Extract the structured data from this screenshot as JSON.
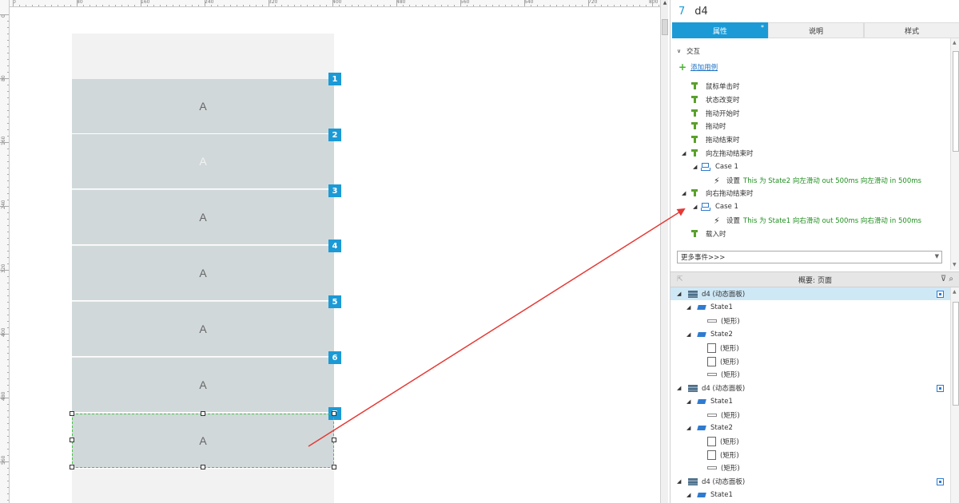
{
  "rulers": {
    "top_labels": [
      "0",
      "80",
      "160",
      "240",
      "320",
      "400",
      "480",
      "560",
      "640",
      "720",
      "800"
    ],
    "left_labels": [
      "0",
      "80",
      "160",
      "240",
      "320",
      "400",
      "480",
      "560"
    ]
  },
  "canvas": {
    "rows": [
      {
        "label": "A",
        "badge": "1"
      },
      {
        "label": "A",
        "badge": "2"
      },
      {
        "label": "A",
        "badge": "3"
      },
      {
        "label": "A",
        "badge": "4"
      },
      {
        "label": "A",
        "badge": "5"
      },
      {
        "label": "A",
        "badge": "6"
      },
      {
        "label": "A",
        "badge": "7"
      }
    ]
  },
  "widget": {
    "number": "7",
    "name": "d4"
  },
  "tabs": [
    {
      "label": "属性",
      "star": "*"
    },
    {
      "label": "说明"
    },
    {
      "label": "样式"
    }
  ],
  "interactions": {
    "section_title": "交互",
    "add_case": "添加用例",
    "events": {
      "click": "鼠标单击时",
      "state_change": "状态改变时",
      "drag_start": "拖动开始时",
      "drag": "拖动时",
      "drag_end": "拖动结束时",
      "swipe_left_end": "向左拖动结束时",
      "swipe_right_end": "向右拖动结束时",
      "load": "载入时"
    },
    "case_left": "Case 1",
    "action_left_prefix": "设置",
    "action_left": "This 为 State2 向左滑动 out 500ms 向左滑动 in 500ms",
    "case_right": "Case 1",
    "action_right_prefix": "设置",
    "action_right": "This 为 State1 向右滑动 out 500ms 向右滑动 in 500ms",
    "more_events": "更多事件>>>"
  },
  "outline": {
    "title": "概要: 页面",
    "items": {
      "p1": "d4 (动态面板)",
      "s1a": "State1",
      "r1": "(矩形)",
      "s1b": "State2",
      "r2": "(矩形)",
      "r3": "(矩形)",
      "r4": "(矩形)",
      "p2": "d4 (动态面板)",
      "s2a": "State1",
      "r5": "(矩形)",
      "s2b": "State2",
      "r6": "(矩形)",
      "r7": "(矩形)",
      "r8": "(矩形)",
      "p3": "d4 (动态面板)",
      "s3a": "State1"
    }
  },
  "colors": {
    "accent": "#1b9ad6",
    "row_fill": "#d1d8d9",
    "panel_bg": "#f2f2f2",
    "selection": "#46c446",
    "annotation_arrow": "#e53935",
    "action_text": "#1f8f1f"
  }
}
